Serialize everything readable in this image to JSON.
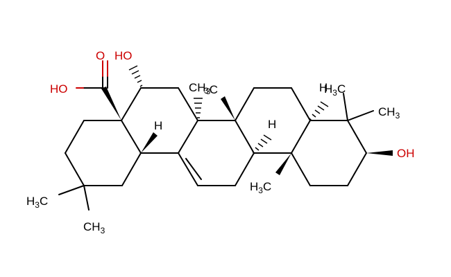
{
  "molecule": {
    "description": "Pentacyclic triterpenoid (oleanane skeleton) with carboxylic acid, two hydroxyls and methyl groups",
    "colors": {
      "bond": "#000000",
      "heteroatom": "#cc0000",
      "background": "#ffffff"
    },
    "labels": {
      "carbonyl_o": "O",
      "acid_oh": "HO",
      "c16_oh": "HO",
      "c3_oh": "OH",
      "h_c18": "H",
      "h_c9": "H",
      "h_c5": "H",
      "methyl_c14": "CH",
      "methyl_c14_sub": "3",
      "methyl_c8": "CH",
      "methyl_c8_sub": "3",
      "methyl_c10": "C",
      "methyl_c10_pre": "H",
      "methyl_c10_sub": "3",
      "methyl_c4a": "C",
      "methyl_c4a_pre": "H",
      "methyl_c4a_sub": "3",
      "methyl_c4b": "CH",
      "methyl_c4b_sub": "3",
      "methyl_c20a": "C",
      "methyl_c20a_pre": "H",
      "methyl_c20a_sub": "3",
      "methyl_c20b": "CH",
      "methyl_c20b_sub": "3"
    }
  }
}
